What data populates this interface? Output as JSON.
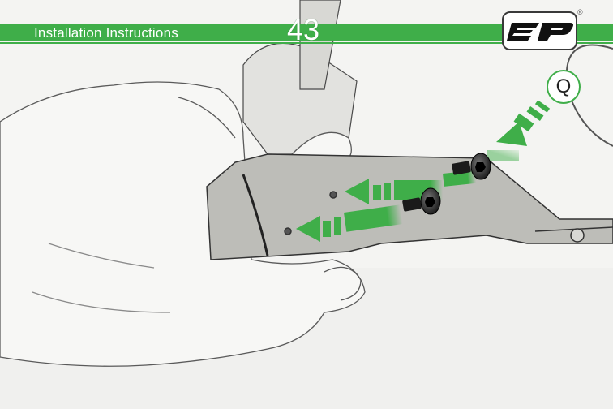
{
  "header": {
    "title": "Installation Instructions",
    "page_number": "43"
  },
  "logo": {
    "registered_mark": "®"
  },
  "callouts": [
    {
      "label": "Q"
    }
  ],
  "colors": {
    "accent_green": "#3fae49",
    "background": "#f4f4f2",
    "sketch_line": "#3a3a3a"
  }
}
